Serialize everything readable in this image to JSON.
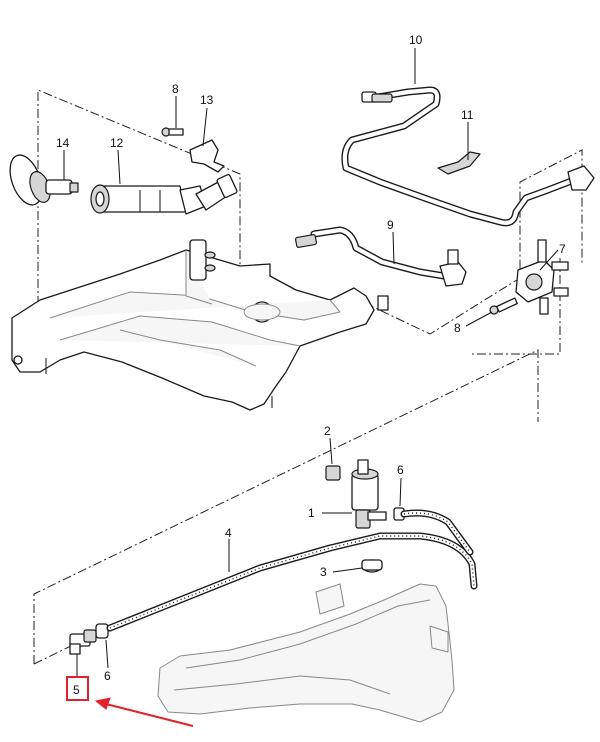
{
  "callouts": {
    "c10": "10",
    "c11": "11",
    "c8a": "8",
    "c13": "13",
    "c14": "14",
    "c12": "12",
    "c9": "9",
    "c7": "7",
    "c8b": "8",
    "c2": "2",
    "c6a": "6",
    "c1": "1",
    "c4": "4",
    "c3": "3",
    "c6b": "6",
    "c5": "5"
  },
  "highlight": {
    "target": "5",
    "box_color": "#e0232a",
    "arrow_color": "#e0232a"
  }
}
